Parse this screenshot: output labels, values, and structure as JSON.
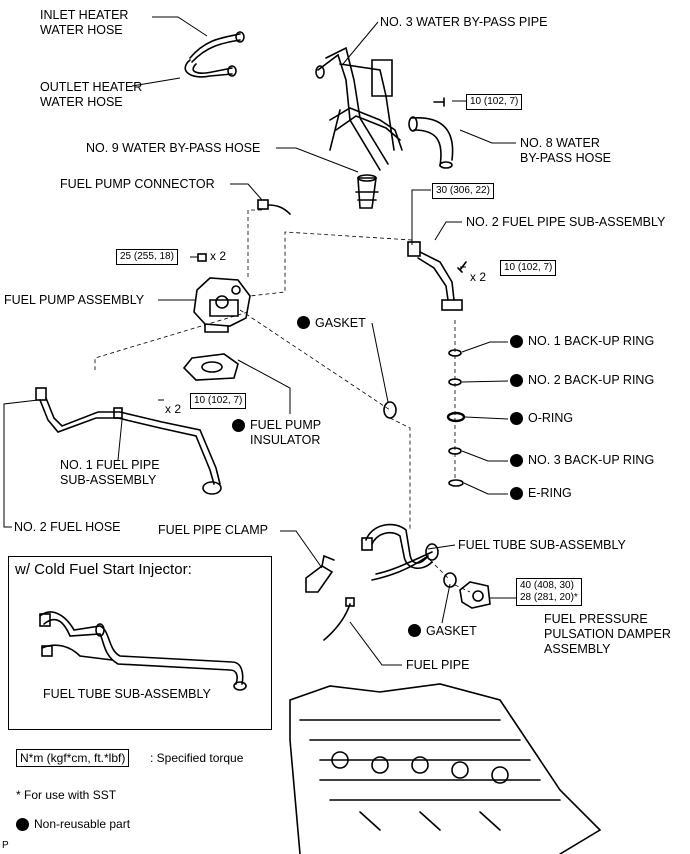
{
  "parts": {
    "inlet_heater_hose": "INLET HEATER\nWATER HOSE",
    "outlet_heater_hose": "OUTLET HEATER\nWATER HOSE",
    "no3_bypass_pipe": "NO. 3 WATER BY-PASS PIPE",
    "no8_bypass_hose": "NO. 8 WATER\nBY-PASS HOSE",
    "no9_bypass_hose": "NO. 9 WATER BY-PASS HOSE",
    "fuel_pump_connector": "FUEL PUMP CONNECTOR",
    "no2_fuel_pipe": "NO. 2 FUEL PIPE SUB-ASSEMBLY",
    "fuel_pump_assembly": "FUEL PUMP ASSEMBLY",
    "gasket_upper": "GASKET",
    "no1_backup_ring": "NO. 1 BACK-UP RING",
    "no2_backup_ring": "NO. 2 BACK-UP RING",
    "o_ring": "O-RING",
    "no3_backup_ring": "NO. 3 BACK-UP RING",
    "e_ring": "E-RING",
    "fuel_pump_insulator": "FUEL PUMP\nINSULATOR",
    "no1_fuel_pipe": "NO. 1 FUEL PIPE\nSUB-ASSEMBLY",
    "no2_fuel_hose": "NO. 2 FUEL HOSE",
    "fuel_pipe_clamp": "FUEL PIPE CLAMP",
    "fuel_tube": "FUEL TUBE SUB-ASSEMBLY",
    "gasket_lower": "GASKET",
    "damper": "FUEL PRESSURE\nPULSATION DAMPER\nASSEMBLY",
    "fuel_pipe": "FUEL PIPE"
  },
  "torques": {
    "t1": "10 (102, 7)",
    "t2": "30 (306, 22)",
    "t3": "25 (255, 18)",
    "t4": "10 (102, 7)",
    "t5": "10 (102, 7)",
    "t6": "40 (408, 30)\n28 (281, 20)*"
  },
  "multiplier": "x 2",
  "inset": {
    "title": "w/ Cold Fuel Start Injector:",
    "label": "FUEL TUBE SUB-ASSEMBLY"
  },
  "legend": {
    "torque_box": "N*m (kgf*cm, ft.*lbf)",
    "torque_desc": ": Specified torque",
    "sst_note": "* For use with SST",
    "nonreusable": "Non-reusable part"
  },
  "corner_mark": "P"
}
